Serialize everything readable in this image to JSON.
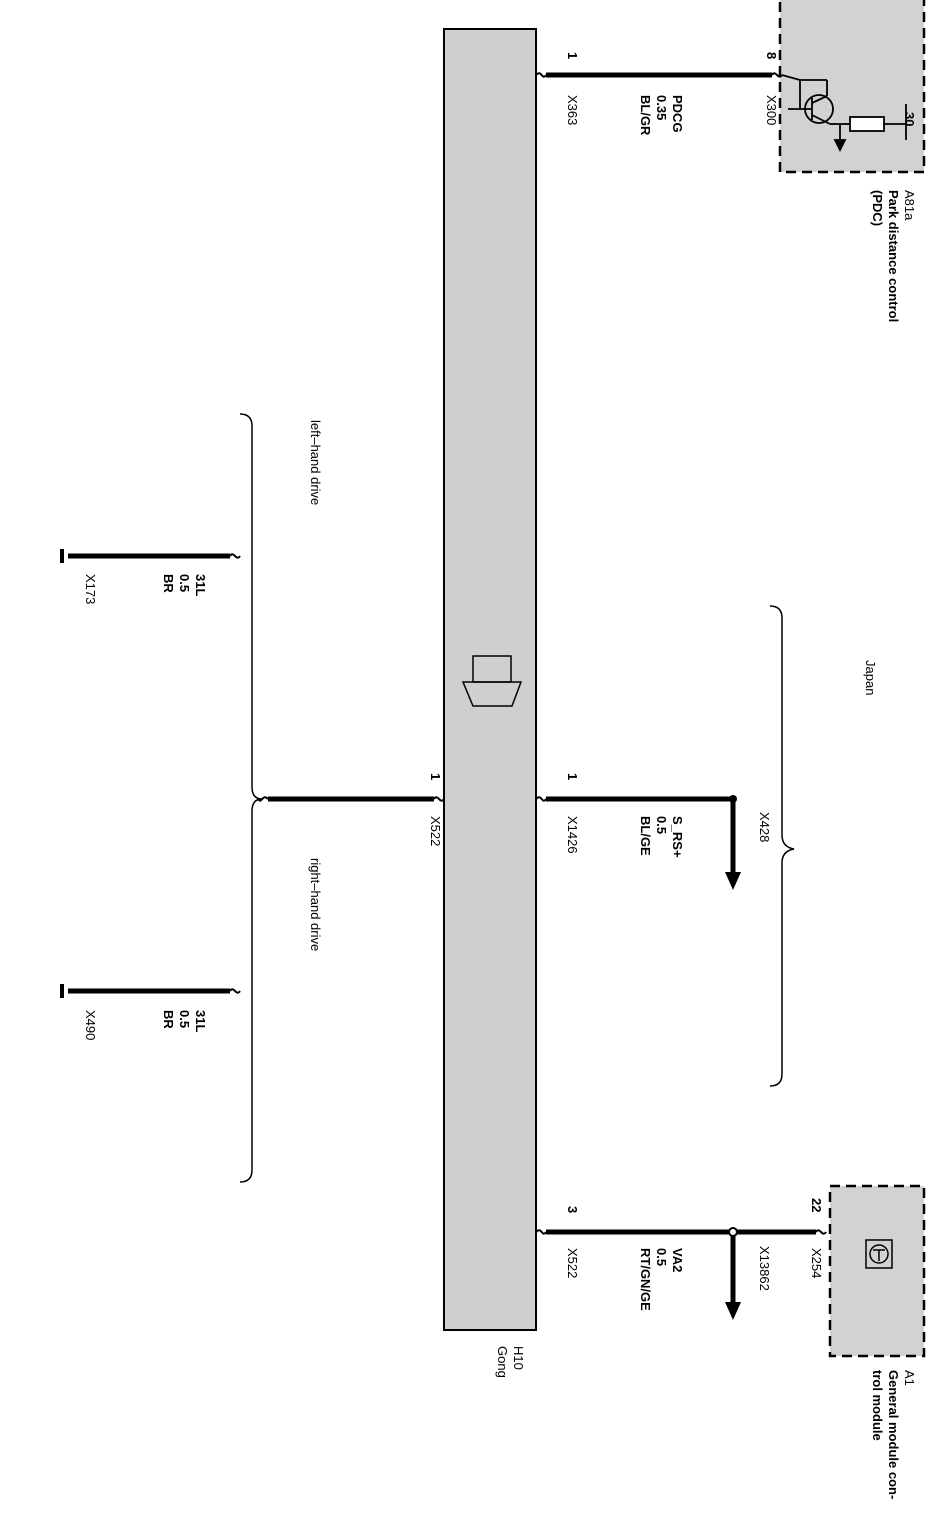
{
  "colors": {
    "wire": "#000000",
    "module_fill": "#d2d2d2",
    "bar_fill": "#cfcfcf",
    "background": "#ffffff"
  },
  "h10": {
    "id": "H10",
    "name": "Gong"
  },
  "a81a": {
    "id": "A81a",
    "name_line1": "Park distance control",
    "name_line2": "(PDC)",
    "pin": "30"
  },
  "a1": {
    "id": "A1",
    "name_line1": "General module con-",
    "name_line2": "trol module"
  },
  "wires": {
    "pdc": {
      "pin_module": "8",
      "connector_module": "X300",
      "pin_gong": "1",
      "connector_gong": "X363",
      "signal": "PDCG",
      "size": "0.35",
      "color": "BL/GR"
    },
    "srs": {
      "pin_gong": "1",
      "connector_gong": "X1426",
      "signal": "S_RS+",
      "size": "0.5",
      "color": "BL/GE",
      "splice": "X428"
    },
    "va2": {
      "pin_module": "22",
      "connector_module": "X254",
      "pin_gong": "3",
      "connector_gong": "X522",
      "signal": "VA2",
      "size": "0.5",
      "color": "RT/GN/GE",
      "splice": "X13862"
    },
    "ground": {
      "pin_gong": "1",
      "connector_gong": "X522"
    },
    "lhd_ground": {
      "signal": "31L",
      "size": "0.5",
      "color": "BR",
      "point": "X173"
    },
    "rhd_ground": {
      "signal": "31L",
      "size": "0.5",
      "color": "BR",
      "point": "X490"
    }
  },
  "variants": {
    "japan": "Japan",
    "lhd": "left–hand drive",
    "rhd": "right–hand drive"
  }
}
